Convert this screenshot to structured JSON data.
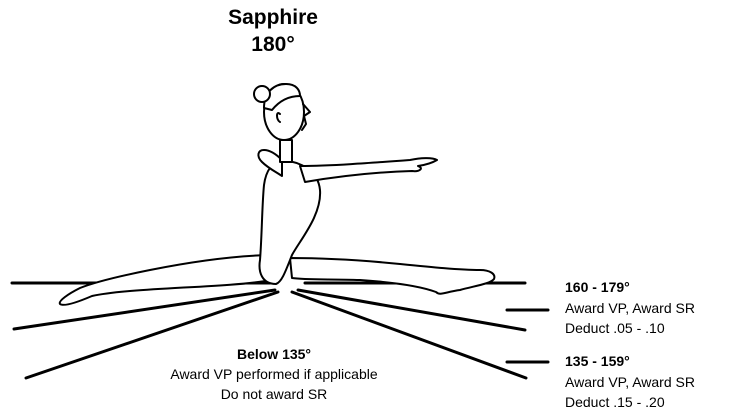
{
  "title": {
    "name": "Sapphire",
    "angle": "180°"
  },
  "annotations": {
    "range_160_179": {
      "heading": "160 - 179°",
      "line1": "Award VP, Award SR",
      "line2": "Deduct .05 - .10"
    },
    "range_135_159": {
      "heading": "135 - 159°",
      "line1": "Award VP, Award SR",
      "line2": "Deduct .15 - .20"
    },
    "below_135": {
      "heading": "Below 135°",
      "line1": "Award VP performed if applicable",
      "line2": "Do not award SR"
    }
  },
  "colors": {
    "ink": "#000000",
    "background": "#ffffff"
  }
}
